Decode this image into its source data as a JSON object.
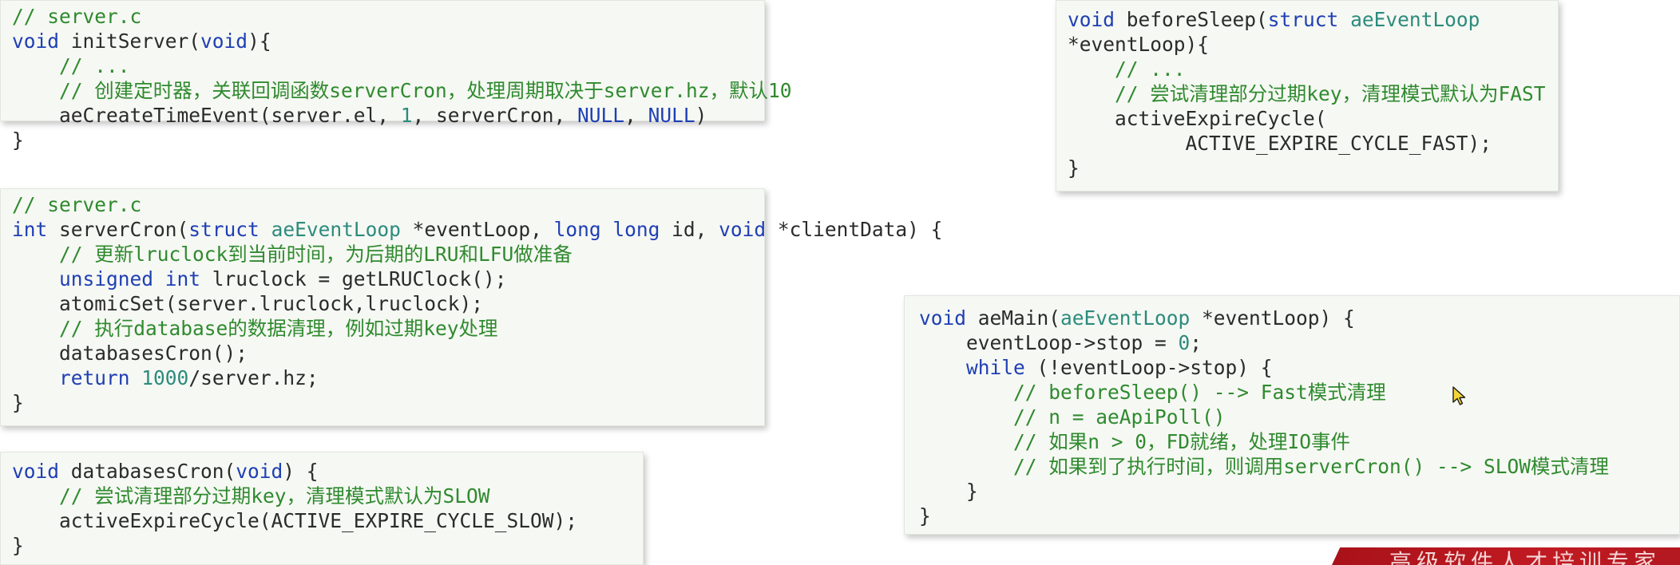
{
  "panels": {
    "init_server": {
      "lines": [
        {
          "text": "// server.c",
          "cls": "cm"
        },
        {
          "text": "void initServer(void){",
          "cls": "mix1"
        },
        {
          "text": "    // ...",
          "cls": "cm"
        },
        {
          "text": "    // 创建定时器，关联回调函数serverCron，处理周期取决于server.hz，默认10",
          "cls": "cm"
        },
        {
          "text": "    aeCreateTimeEvent(server.el, 1, serverCron, NULL, NULL)",
          "cls": "mix2"
        },
        {
          "text": "}",
          "cls": "nm"
        }
      ]
    },
    "server_cron": {
      "lines": [
        {
          "text": "// server.c",
          "cls": "cm"
        },
        {
          "text": "int serverCron(struct aeEventLoop *eventLoop, long long id, void *clientData) {",
          "cls": "mix3"
        },
        {
          "text": "    // 更新lruclock到当前时间，为后期的LRU和LFU做准备",
          "cls": "cm"
        },
        {
          "text": "    unsigned int lruclock = getLRUClock();",
          "cls": "mix4"
        },
        {
          "text": "    atomicSet(server.lruclock,lruclock);",
          "cls": "nm"
        },
        {
          "text": "    // 执行database的数据清理，例如过期key处理",
          "cls": "cm"
        },
        {
          "text": "    databasesCron();",
          "cls": "nm"
        },
        {
          "text": "    return 1000/server.hz;",
          "cls": "mix5"
        },
        {
          "text": "}",
          "cls": "nm"
        }
      ]
    },
    "databases_cron": {
      "lines": [
        {
          "text": "void databasesCron(void) {",
          "cls": "mix6"
        },
        {
          "text": "    // 尝试清理部分过期key，清理模式默认为SLOW",
          "cls": "cm"
        },
        {
          "text": "    activeExpireCycle(ACTIVE_EXPIRE_CYCLE_SLOW);",
          "cls": "nm"
        },
        {
          "text": "}",
          "cls": "nm"
        }
      ]
    },
    "before_sleep": {
      "lines": [
        {
          "text": "void beforeSleep(struct aeEventLoop",
          "cls": "mix7"
        },
        {
          "text": "*eventLoop){",
          "cls": "nm"
        },
        {
          "text": "    // ...",
          "cls": "cm"
        },
        {
          "text": "    // 尝试清理部分过期key，清理模式默认为FAST",
          "cls": "cm"
        },
        {
          "text": "    activeExpireCycle(",
          "cls": "nm"
        },
        {
          "text": "          ACTIVE_EXPIRE_CYCLE_FAST);",
          "cls": "nm"
        },
        {
          "text": "}",
          "cls": "nm"
        }
      ]
    },
    "ae_main": {
      "lines": [
        {
          "text": "void aeMain(aeEventLoop *eventLoop) {",
          "cls": "mix8"
        },
        {
          "text": "    eventLoop->stop = 0;",
          "cls": "mix9"
        },
        {
          "text": "    while (!eventLoop->stop) {",
          "cls": "mix10"
        },
        {
          "text": "        // beforeSleep() --> Fast模式清理",
          "cls": "cm"
        },
        {
          "text": "        // n = aeApiPoll()",
          "cls": "cm"
        },
        {
          "text": "        // 如果n > 0，FD就绪，处理IO事件",
          "cls": "cm"
        },
        {
          "text": "        // 如果到了执行时间，则调用serverCron() --> SLOW模式清理",
          "cls": "cm"
        },
        {
          "text": "    }",
          "cls": "nm"
        },
        {
          "text": "}",
          "cls": "nm"
        }
      ]
    }
  },
  "banner": {
    "text": "高级软件人才培训专家"
  },
  "colors": {
    "keyword": "#1f3fb4",
    "type": "#2c8b7d",
    "comment": "#2f8a2f",
    "text": "#2b2b2b",
    "banner": "#b31820"
  }
}
